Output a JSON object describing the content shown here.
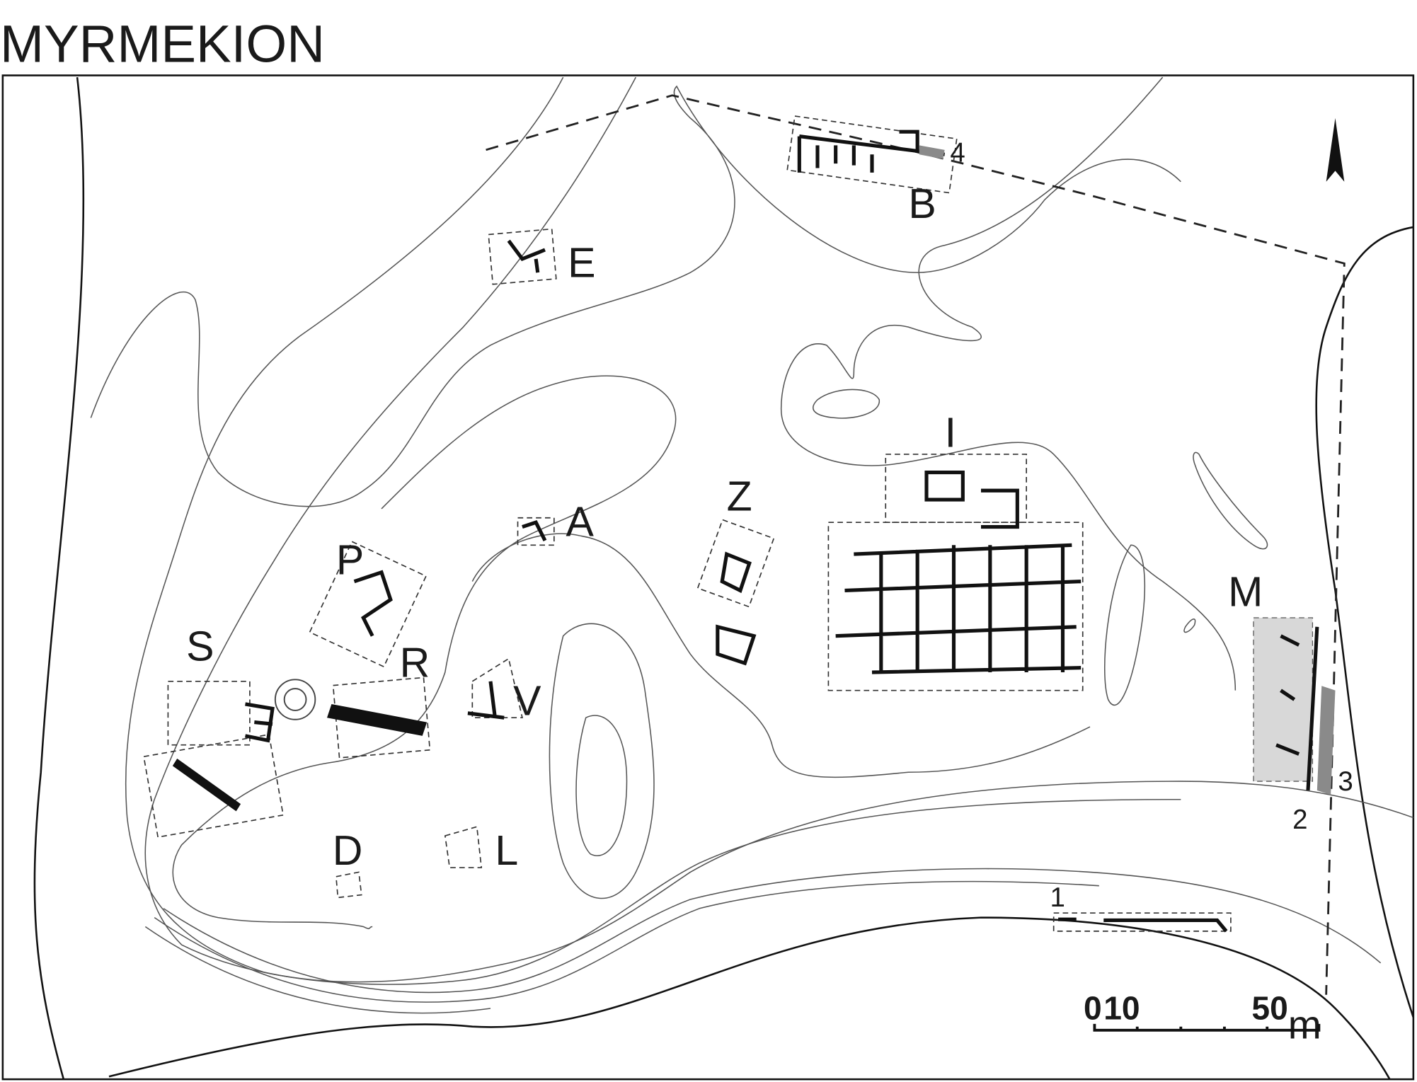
{
  "title": "MYRMEKION",
  "site_labels": {
    "A": "A",
    "B": "B",
    "D": "D",
    "E": "E",
    "I": "I",
    "L": "L",
    "M": "M",
    "P": "P",
    "R": "R",
    "S": "S",
    "V": "V",
    "Z": "Z"
  },
  "trench_numbers": {
    "n1": "1",
    "n2": "2",
    "n3": "3",
    "n4": "4"
  },
  "scale_bar": {
    "zero": "0",
    "ten": "10",
    "fifty": "50",
    "unit": "m"
  },
  "icons": {
    "north_arrow": "north-arrow-icon"
  },
  "colors": {
    "ink": "#1a1a1a",
    "contour": "#555555",
    "highlight": "#8a8a8a"
  }
}
